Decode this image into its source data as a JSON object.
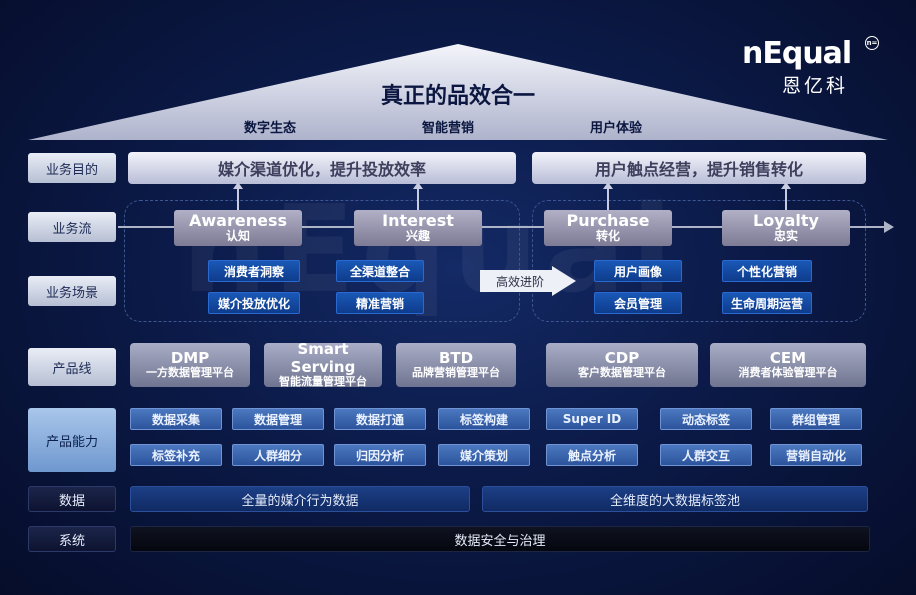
{
  "logo": {
    "main": "nEqual",
    "sup": "n=",
    "cn": "恩亿科"
  },
  "roof": {
    "title": "真正的品效合一",
    "pillars": [
      "数字生态",
      "智能营销",
      "用户体验"
    ]
  },
  "row_labels": {
    "purpose": "业务目的",
    "flow": "业务流",
    "scenario": "业务场景",
    "product_line": "产品线",
    "capability": "产品能力",
    "data": "数据",
    "system": "系统"
  },
  "purpose": {
    "left": "媒介渠道优化，提升投放效率",
    "right": "用户触点经营，提升销售转化"
  },
  "stages": [
    {
      "en": "Awareness",
      "cn": "认知"
    },
    {
      "en": "Interest",
      "cn": "兴趣"
    },
    {
      "en": "Purchase",
      "cn": "转化"
    },
    {
      "en": "Loyalty",
      "cn": "忠实"
    }
  ],
  "scenarios": {
    "awareness": [
      "消费者洞察",
      "媒介投放优化"
    ],
    "interest": [
      "全渠道整合",
      "精准营销"
    ],
    "purchase": [
      "用户画像",
      "会员管理"
    ],
    "loyalty": [
      "个性化营销",
      "生命周期运营"
    ]
  },
  "progress_label": "高效进阶",
  "products": [
    {
      "en": "DMP",
      "cn": "一方数据管理平台"
    },
    {
      "en": "Smart Serving",
      "cn": "智能流量管理平台"
    },
    {
      "en": "BTD",
      "cn": "品牌营销管理平台"
    },
    {
      "en": "CDP",
      "cn": "客户数据管理平台"
    },
    {
      "en": "CEM",
      "cn": "消费者体验管理平台"
    }
  ],
  "capabilities": {
    "row1": [
      "数据采集",
      "数据管理",
      "数据打通",
      "标签构建",
      "Super ID",
      "动态标签",
      "群组管理"
    ],
    "row2": [
      "标签补充",
      "人群细分",
      "归因分析",
      "媒介策划",
      "触点分析",
      "人群交互",
      "营销自动化"
    ]
  },
  "data_bars": {
    "left": "全量的媒介行为数据",
    "right": "全维度的大数据标签池"
  },
  "system_bar": "数据安全与治理",
  "colors": {
    "background": "#0b1a48",
    "chip": "#1a58b6",
    "capability": "#4b78c0",
    "stage": "#9896ae"
  },
  "icons": [
    "flow-arrow-icon",
    "up-arrow-icon",
    "progress-arrow-icon"
  ]
}
